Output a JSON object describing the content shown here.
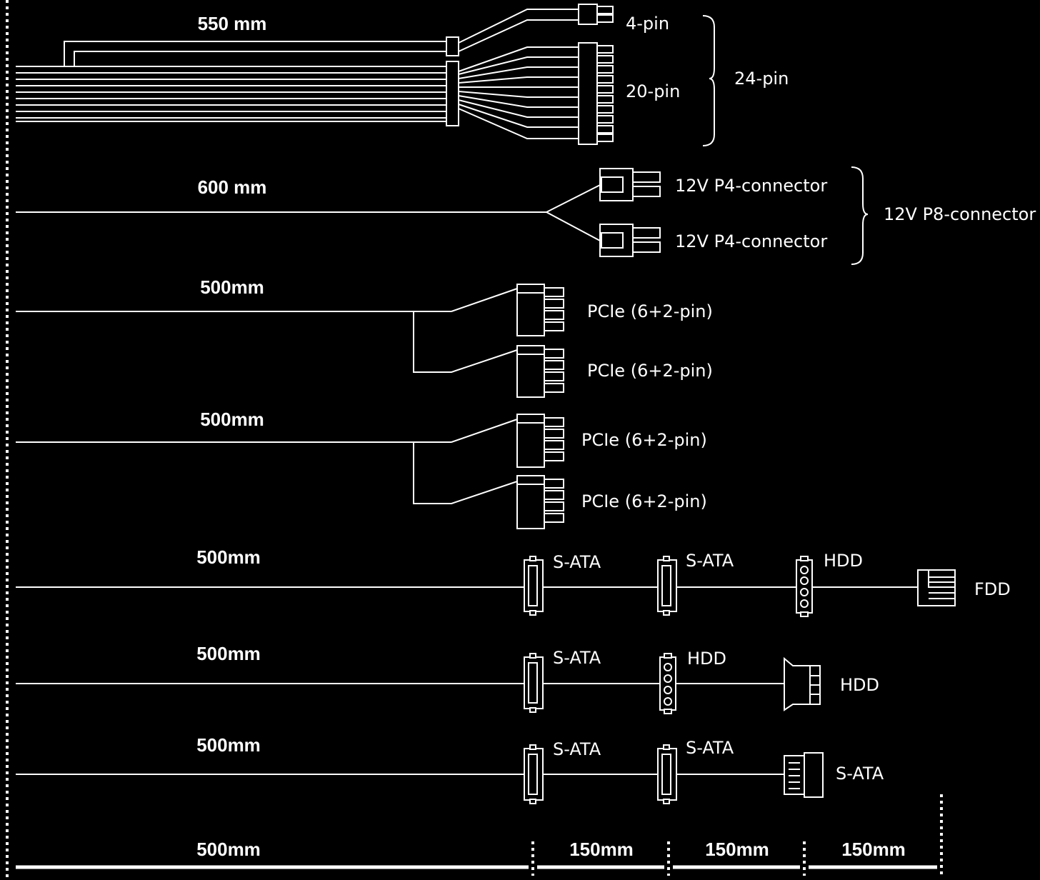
{
  "cable_24pin": {
    "length": "550 mm",
    "conn_4pin": "4-pin",
    "conn_20pin": "20-pin",
    "group": "24-pin"
  },
  "cable_cpu": {
    "length": "600 mm",
    "conn_a": "12V P4-connector",
    "conn_b": "12V P4-connector",
    "group": "12V P8-connector"
  },
  "cable_pcie_1": {
    "length": "500mm",
    "conn_a": "PCIe (6+2-pin)",
    "conn_b": "PCIe (6+2-pin)"
  },
  "cable_pcie_2": {
    "length": "500mm",
    "conn_a": "PCIe (6+2-pin)",
    "conn_b": "PCIe (6+2-pin)"
  },
  "cable_periph_1": {
    "length": "500mm",
    "conn_1": "S-ATA",
    "conn_2": "S-ATA",
    "conn_3": "HDD",
    "conn_4": "FDD"
  },
  "cable_periph_2": {
    "length": "500mm",
    "conn_1": "S-ATA",
    "conn_2": "HDD",
    "conn_3": "HDD"
  },
  "cable_periph_3": {
    "length": "500mm",
    "conn_1": "S-ATA",
    "conn_2": "S-ATA",
    "conn_3": "S-ATA"
  },
  "scale": {
    "seg_main": "500mm",
    "seg_1": "150mm",
    "seg_2": "150mm",
    "seg_3": "150mm"
  }
}
